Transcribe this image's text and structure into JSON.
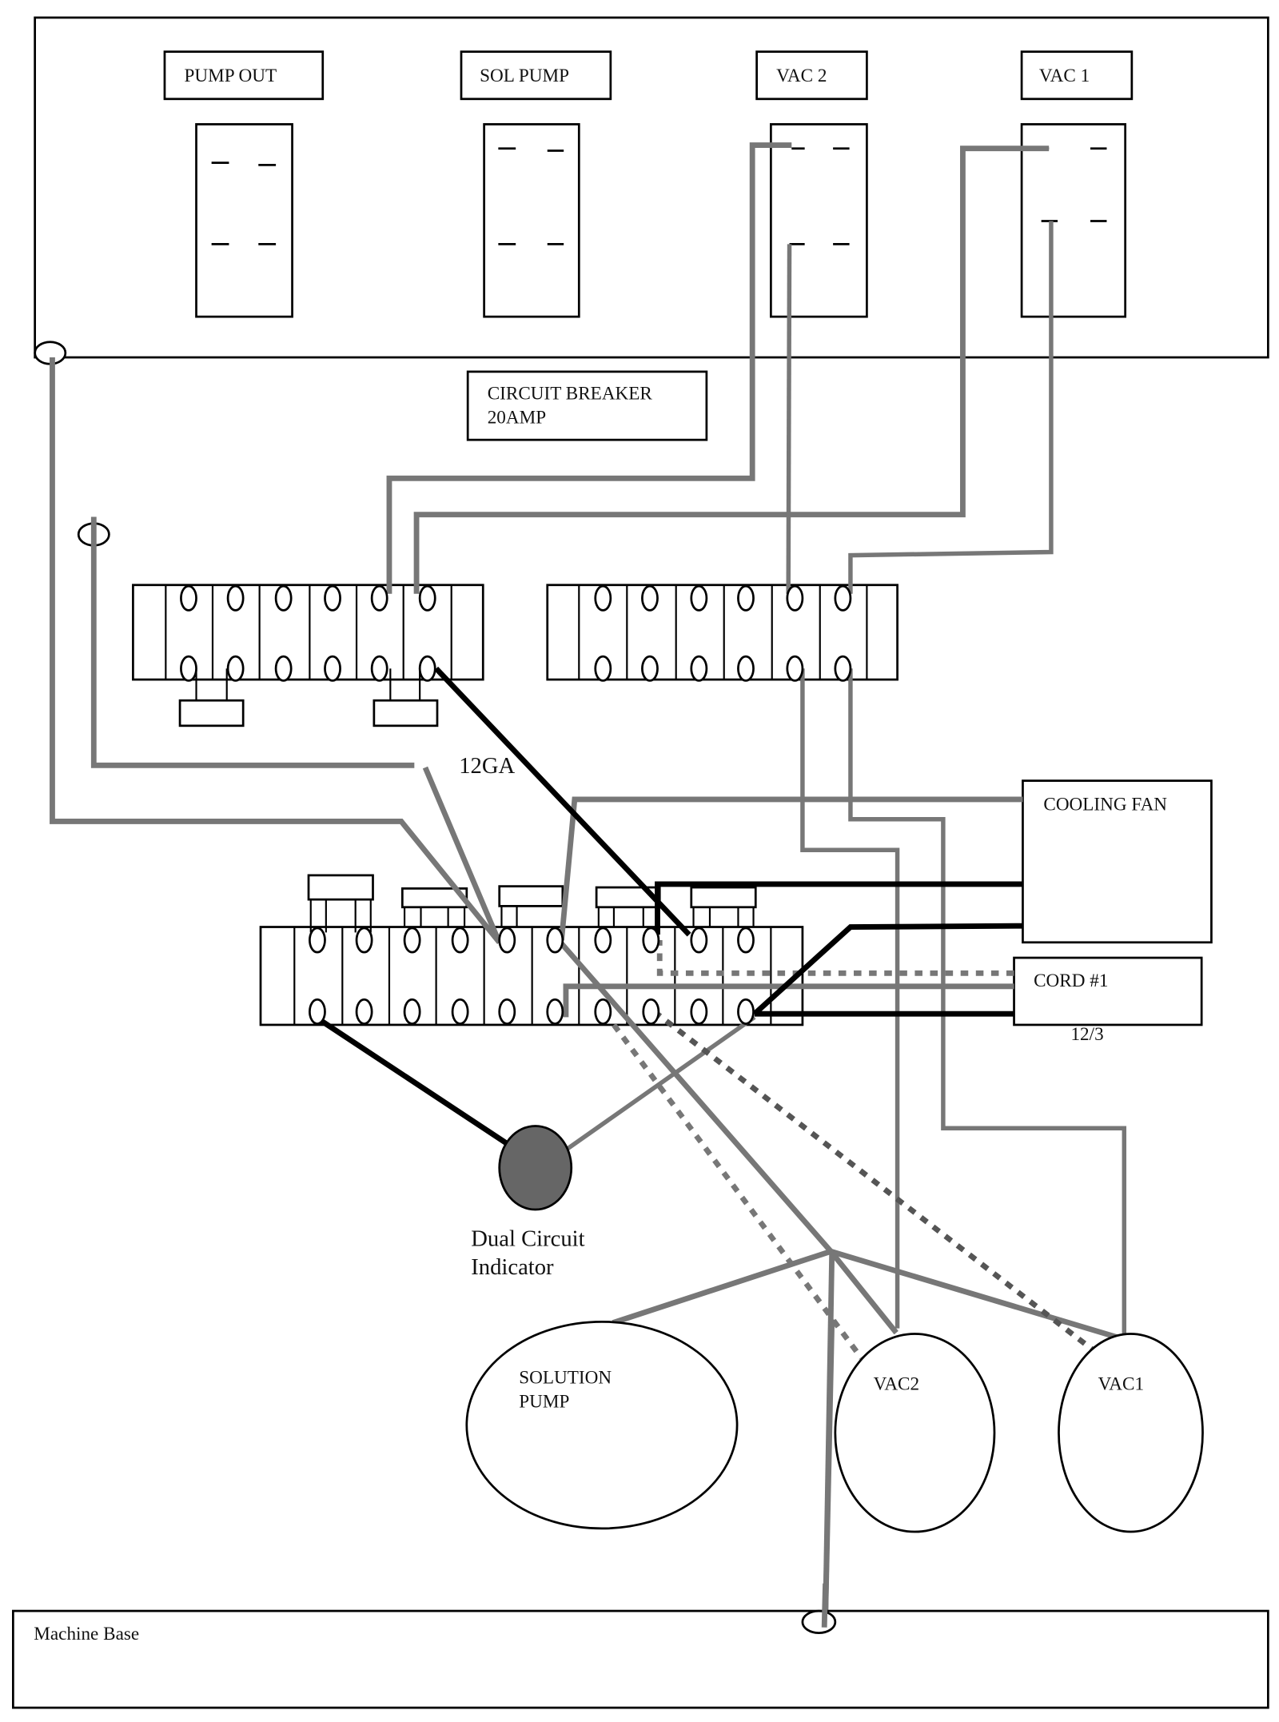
{
  "diagram": {
    "title": "Machine wiring diagram",
    "control_panel": {
      "switch_labels": [
        "PUMP OUT",
        "SOL PUMP",
        "VAC 2",
        "VAC 1"
      ],
      "circuit_breaker": {
        "line1": "CIRCUIT BREAKER",
        "line2": "20AMP"
      }
    },
    "wire_gauge_label": "12GA",
    "cooling_fan": {
      "label": "COOLING FAN"
    },
    "cord": {
      "label": "CORD #1",
      "spec": "12/3"
    },
    "indicator": {
      "line1": "Dual Circuit",
      "line2": "Indicator"
    },
    "motors": {
      "solution_pump": {
        "line1": "SOLUTION",
        "line2": "PUMP"
      },
      "vac2": {
        "label": "VAC2"
      },
      "vac1": {
        "label": "VAC1"
      }
    },
    "machine_base": {
      "label": "Machine Base"
    },
    "colors": {
      "wire_gray": "#777777",
      "wire_black": "#000000",
      "indicator_fill": "#666666"
    }
  }
}
